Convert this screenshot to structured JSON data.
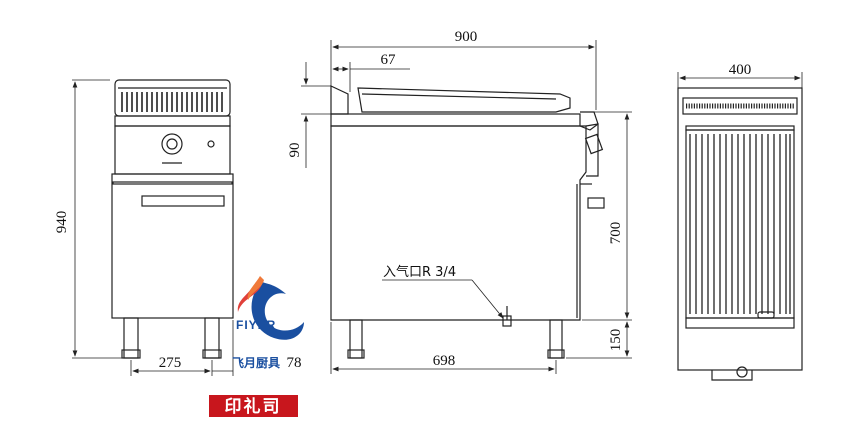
{
  "dimensions": {
    "front_height": "940",
    "front_leg_spacing": "275",
    "front_leg_offset": "78",
    "side_total_depth": "900",
    "side_top_offset": "67",
    "side_rear_rise": "90",
    "side_leg_spacing": "698",
    "side_body_height": "700",
    "side_leg_height": "150",
    "top_width": "400"
  },
  "annotation": {
    "gas_inlet": "入气口R 3/4"
  },
  "logo": {
    "brand_en": "FIYER",
    "brand_cn": "飞月厨具"
  },
  "stamp": {
    "text": "印礼司"
  },
  "colors": {
    "line": "#222222",
    "logo_blue": "#1a4fa0",
    "logo_red": "#e0403a",
    "stamp_red": "#c8161d"
  }
}
